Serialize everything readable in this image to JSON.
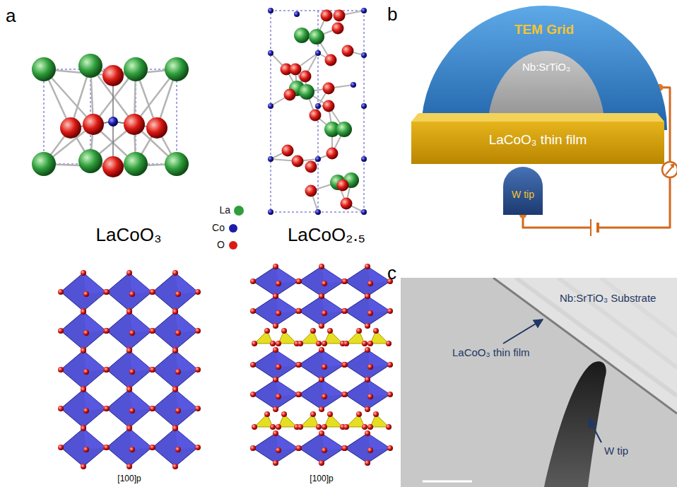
{
  "diagram": {
    "nodes": [
      {
        "text": [
          "TEM Grid"
        ]
      },
      {
        "text": [
          "Nb:SrTiO₃"
        ],
        "in": 0
      },
      {
        "text": [
          "LaCoO₃ thin film"
        ]
      },
      {
        "text": [
          "W tip"
        ]
      }
    ],
    "edges": [
      {
        "from": 0,
        "to": 3,
        "arrow": "none"
      }
    ],
    "labels": [
      "a",
      "b",
      "c",
      "LaCoO₃",
      "LaCoO₂.₅",
      "[100]p",
      "[100]p",
      "Nb:SrTiO₃ Substrate",
      "LaCoO₃ thin film",
      "W tip"
    ],
    "legend": [
      {
        "text": "La",
        "color": "#2f9e3c"
      },
      {
        "text": "Co",
        "color": "#1c1ca8"
      },
      {
        "text": "O",
        "color": "#dc1a14"
      }
    ]
  }
}
